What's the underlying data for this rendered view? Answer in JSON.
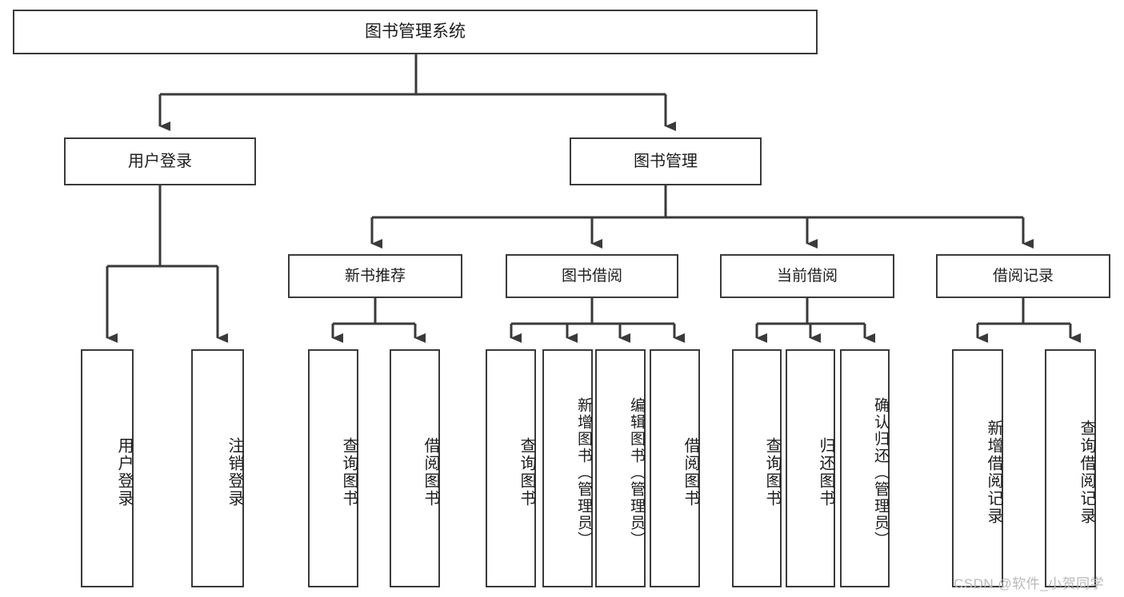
{
  "diagram": {
    "title": "图书管理系统",
    "type": "tree",
    "colors": {
      "box_border": "#3a3a3a",
      "box_fill": "#ffffff",
      "connector": "#3a3a3a",
      "text": "#1d1d1d",
      "watermark": "#b9b9b9"
    },
    "root": {
      "label": "图书管理系统"
    },
    "level1": [
      {
        "id": "user-login",
        "label": "用户登录"
      },
      {
        "id": "book-manage",
        "label": "图书管理"
      }
    ],
    "level2": [
      {
        "id": "new-book-recommend",
        "label": "新书推荐",
        "parent": "book-manage"
      },
      {
        "id": "book-borrow",
        "label": "图书借阅",
        "parent": "book-manage"
      },
      {
        "id": "current-borrow",
        "label": "当前借阅",
        "parent": "book-manage"
      },
      {
        "id": "borrow-record",
        "label": "借阅记录",
        "parent": "book-manage"
      }
    ],
    "leaves": [
      {
        "id": "leaf-user-login",
        "label": "用户登录",
        "parent": "user-login"
      },
      {
        "id": "leaf-logout",
        "label": "注销登录",
        "parent": "user-login"
      },
      {
        "id": "leaf-query-book-1",
        "label": "查询图书",
        "parent": "new-book-recommend"
      },
      {
        "id": "leaf-borrow-book-1",
        "label": "借阅图书",
        "parent": "new-book-recommend"
      },
      {
        "id": "leaf-query-book-2",
        "label": "查询图书",
        "parent": "book-borrow"
      },
      {
        "id": "leaf-add-book",
        "label": "新增图书（管理员）",
        "parent": "book-borrow"
      },
      {
        "id": "leaf-edit-book",
        "label": "编辑图书（管理员）",
        "parent": "book-borrow"
      },
      {
        "id": "leaf-borrow-book-2",
        "label": "借阅图书",
        "parent": "book-borrow"
      },
      {
        "id": "leaf-query-book-3",
        "label": "查询图书",
        "parent": "current-borrow"
      },
      {
        "id": "leaf-return-book",
        "label": "归还图书",
        "parent": "current-borrow"
      },
      {
        "id": "leaf-confirm-return",
        "label": "确认归还（管理员）",
        "parent": "current-borrow"
      },
      {
        "id": "leaf-add-record",
        "label": "新增借阅记录",
        "parent": "borrow-record"
      },
      {
        "id": "leaf-query-record",
        "label": "查询借阅记录",
        "parent": "borrow-record"
      }
    ]
  },
  "watermark": {
    "text": "CSDN @软件_小贺同学"
  }
}
